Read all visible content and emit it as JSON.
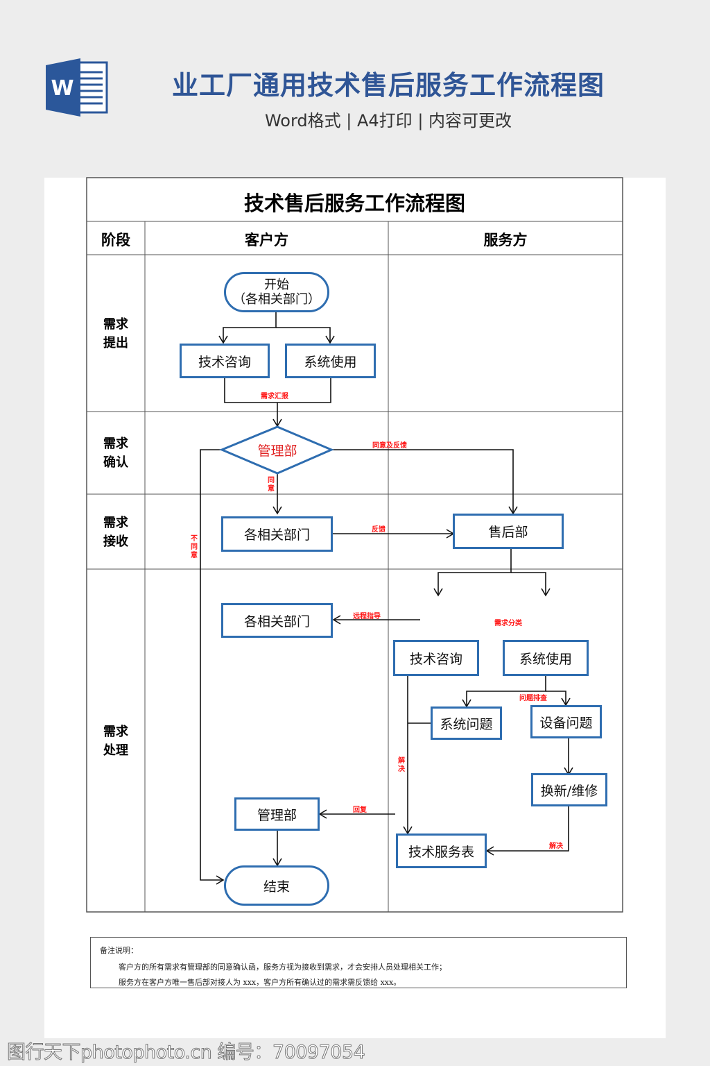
{
  "header": {
    "title": "业工厂通用技术售后服务工作流程图",
    "subtitle": "Word格式 | A4打印 | 内容可更改",
    "icon": "word-document-icon",
    "brand_color": "#2f5596"
  },
  "table": {
    "title": "技术售后服务工作流程图",
    "columns": [
      "阶段",
      "客户方",
      "服务方"
    ],
    "stages": [
      {
        "line1": "需求",
        "line2": "提出"
      },
      {
        "line1": "需求",
        "line2": "确认"
      },
      {
        "line1": "需求",
        "line2": "接收"
      },
      {
        "line1": "需求",
        "line2": "处理"
      }
    ]
  },
  "nodes": {
    "start_line1": "开始",
    "start_line2": "（各相关部门）",
    "tech_consult_client": "技术咨询",
    "system_use_client": "系统使用",
    "management_decision": "管理部",
    "departments_receive": "各相关部门",
    "after_sales": "售后部",
    "departments_remote": "各相关部门",
    "tech_consult_service": "技术咨询",
    "system_use_service": "系统使用",
    "system_issue": "系统问题",
    "device_issue": "设备问题",
    "replace_repair": "换新/维修",
    "management_reply": "管理部",
    "tech_service_form": "技术服务表",
    "end": "结束"
  },
  "edge_labels": {
    "demand_report": "需求汇报",
    "agree_feedback": "同意及反馈",
    "agree": "同意",
    "disagree": "不同意",
    "feedback": "反馈",
    "remote_guidance": "远程指导",
    "demand_classify": "需求分类",
    "troubleshoot": "问题排查",
    "resolve_left": "解决",
    "resolve_right": "解决",
    "reply": "回复"
  },
  "notes": {
    "heading": "备注说明：",
    "line1": "客户方的所有需求有管理部的同意确认函，服务方视为接收到需求，才会安排人员处理相关工作；",
    "line2": "服务方在客户方唯一售后部对接人为 xxx，客户方所有确认过的需求需反馈给 xxx。"
  },
  "watermark": "图行天下photophoto.cn 编号：70097054",
  "colors": {
    "node_border": "#2e6db0",
    "label_red": "#ff1a1a",
    "decision_text": "#e02020"
  }
}
